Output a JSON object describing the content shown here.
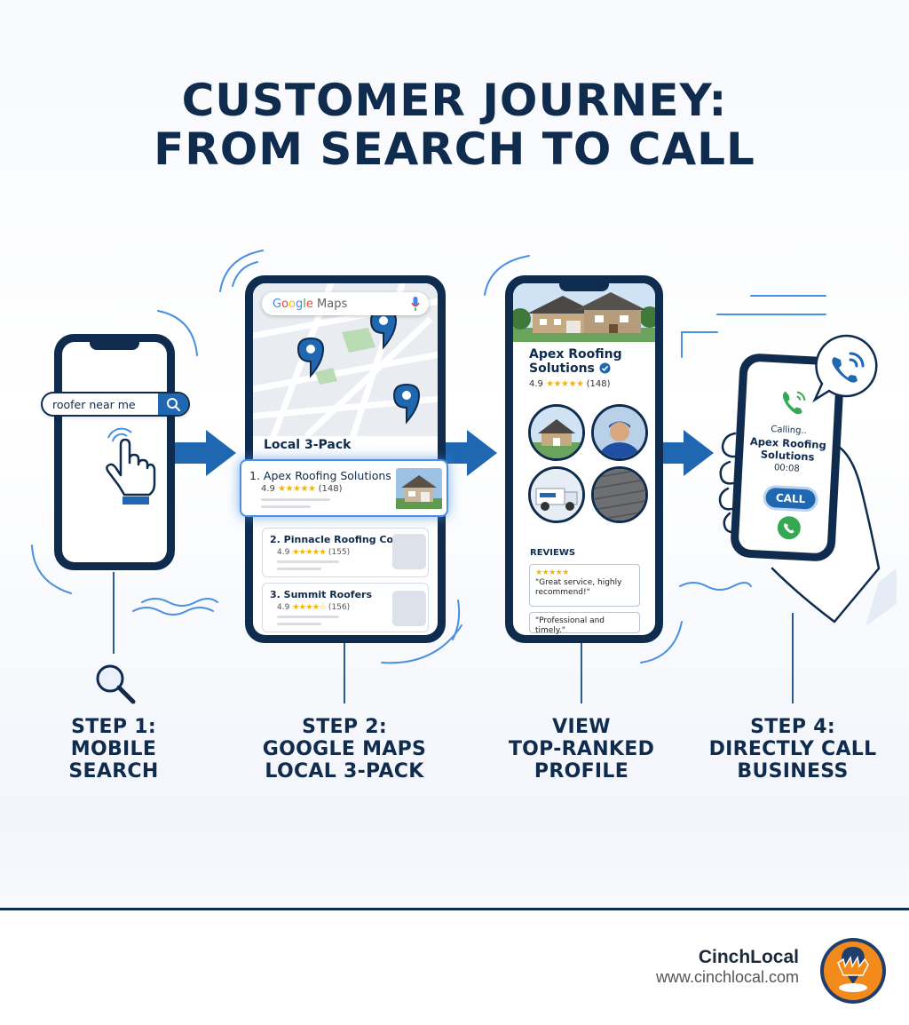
{
  "title": {
    "line1": "CUSTOMER JOURNEY:",
    "line2": "FROM SEARCH TO CALL"
  },
  "colors": {
    "navy": "#0f2b4d",
    "accent_blue": "#1f67b1",
    "star": "#f4b400",
    "brand_orange": "#f28a1c"
  },
  "step1": {
    "label_line1": "STEP 1:",
    "label_line2": "MOBILE",
    "label_line3": "SEARCH",
    "search_query": "roofer near me",
    "icons": [
      "search-icon",
      "pointer-hand-icon",
      "magnifier-icon"
    ]
  },
  "step2": {
    "label_line1": "STEP 2:",
    "label_line2": "GOOGLE MAPS",
    "label_line3": "LOCAL 3-PACK",
    "maps_brand": {
      "g": "G",
      "o1": "o",
      "o2": "o",
      "g2": "g",
      "l": "l",
      "e": "e",
      "suffix": "Maps"
    },
    "pack_heading": "Local 3-Pack",
    "listings": [
      {
        "name": "1. Apex Roofing Solutions",
        "rating": "4.9",
        "stars": "★★★★★",
        "count": "(148)"
      },
      {
        "name": "2. Pinnacle Roofing Co.",
        "rating": "4.9",
        "stars": "★★★★★",
        "count": "(155)"
      },
      {
        "name": "3. Summit Roofers",
        "rating": "4.9",
        "stars": "★★★★☆",
        "count": "(156)"
      }
    ]
  },
  "step3": {
    "label_line1": "VIEW",
    "label_line2": "TOP-RANKED",
    "label_line3": "PROFILE",
    "business_line1": "Apex Roofing",
    "business_line2": "Solutions",
    "rating": "4.9",
    "stars": "★★★★★",
    "count": "(148)",
    "reviews_heading": "REVIEWS",
    "review1_stars": "★★★★★",
    "review1_text": "\"Great service, highly recommend!\"",
    "review2_text": "\"Professional and timely.\""
  },
  "step4": {
    "label_line1": "STEP 4:",
    "label_line2": "DIRECTLY CALL",
    "label_line3": "BUSINESS",
    "calling": "Calling..",
    "business_line1": "Apex Roofing",
    "business_line2": "Solutions",
    "timer": "00:08",
    "call_button": "CALL"
  },
  "footer": {
    "brand": "CinchLocal",
    "url": "www.cinchlocal.com"
  }
}
